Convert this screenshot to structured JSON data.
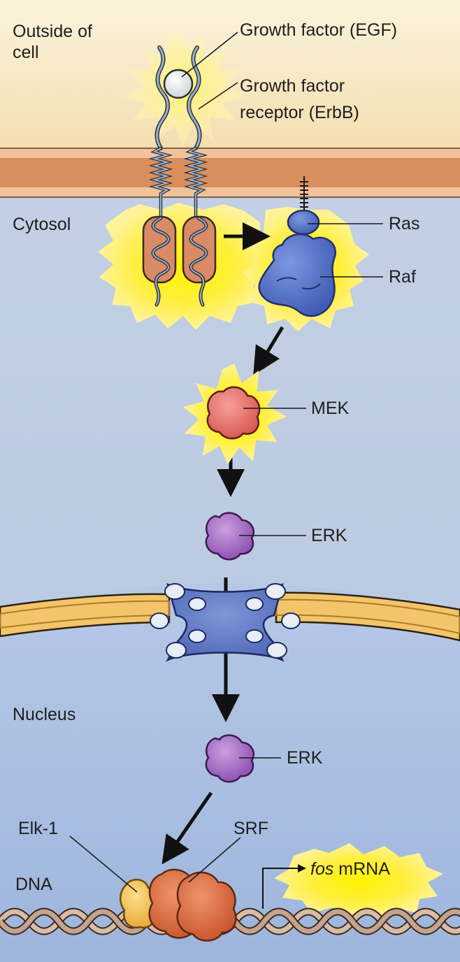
{
  "regions": {
    "outside": "Outside of cell",
    "cytosol": "Cytosol",
    "nucleus": "Nucleus",
    "dna": "DNA"
  },
  "labels": {
    "growth_factor": "Growth factor (EGF)",
    "receptor_line1": "Growth factor",
    "receptor_line2": "receptor (ErbB)",
    "ras": "Ras",
    "raf": "Raf",
    "mek": "MEK",
    "erk_cytosol": "ERK",
    "erk_nucleus": "ERK",
    "elk1": "Elk-1",
    "srf": "SRF",
    "fos_gene": "fos",
    "mrna": " mRNA"
  },
  "colors": {
    "outside_bg": "#f6e6bd",
    "membrane": "#dc9462",
    "cytosol_bg": "#bccbe2",
    "nucleus_bg": "#a8bee0",
    "nuclear_envelope": "#e9b75c",
    "highlight": "#fff200",
    "receptor": "#d58b68",
    "ras_raf": "#4f6fc8",
    "mek": "#e57065",
    "erk": "#a56ac2",
    "elk1": "#f3bd4b",
    "srf": "#dc6a3c",
    "dna_strand": "#c7a791"
  }
}
